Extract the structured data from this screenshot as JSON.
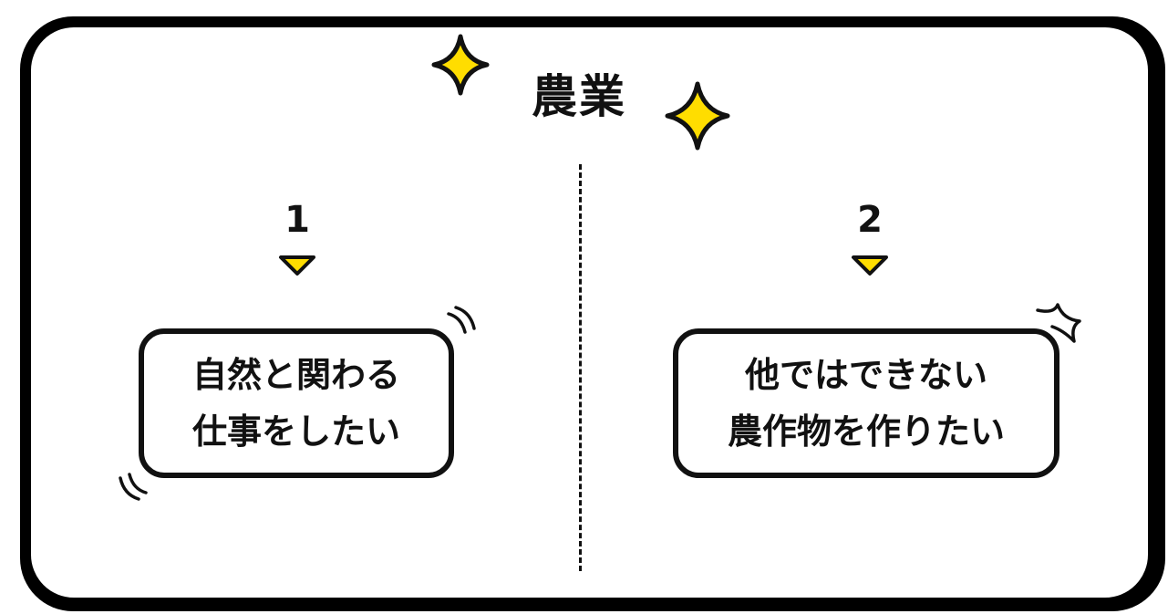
{
  "title": "農業",
  "colors": {
    "accent": "#FFDD00",
    "ink": "#111111",
    "background": "#FFFFFF"
  },
  "items": [
    {
      "number": "1",
      "lines": [
        "自然と関わる",
        "仕事をしたい"
      ],
      "pointer_icon": "down-triangle-icon"
    },
    {
      "number": "2",
      "lines": [
        "他ではできない",
        "農作物を作りたい"
      ],
      "pointer_icon": "down-triangle-icon"
    }
  ],
  "decorations": [
    "sparkle-icon",
    "sparkle-icon",
    "shake-lines-icon",
    "surprise-mark-icon"
  ]
}
